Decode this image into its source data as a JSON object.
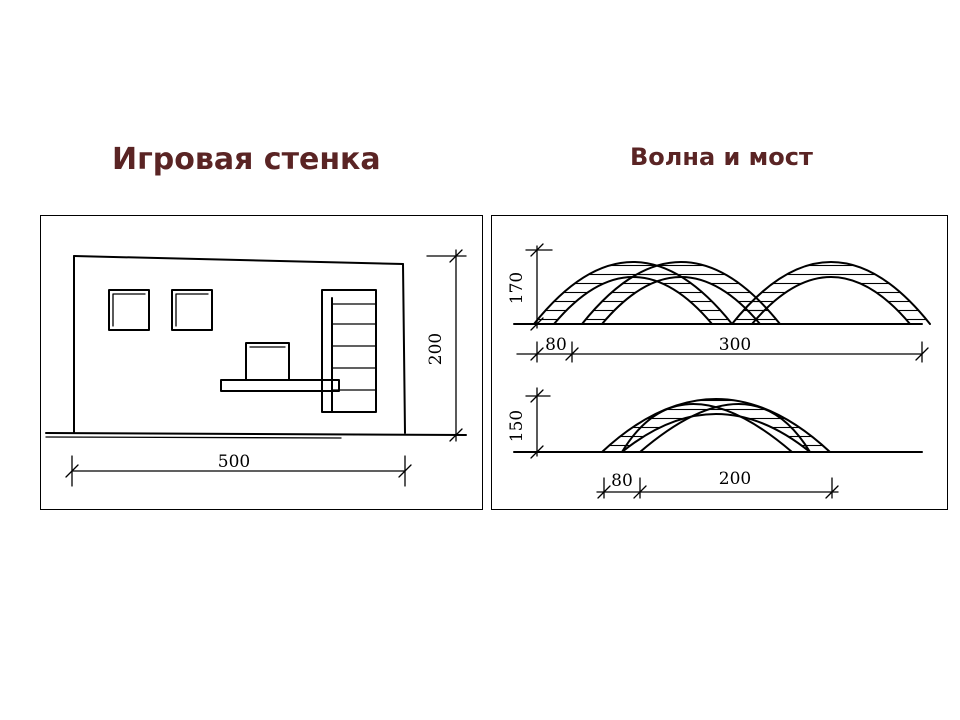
{
  "titles": {
    "wall": "Игровая стенка",
    "wave": "Волна и мост"
  },
  "wall_drawing": {
    "width_label": "500",
    "height_label": "200"
  },
  "wave_drawing": {
    "height_label": "170",
    "offset_label": "80",
    "length_label": "300"
  },
  "bridge_drawing": {
    "height_label": "150",
    "offset_label": "80",
    "length_label": "200"
  }
}
